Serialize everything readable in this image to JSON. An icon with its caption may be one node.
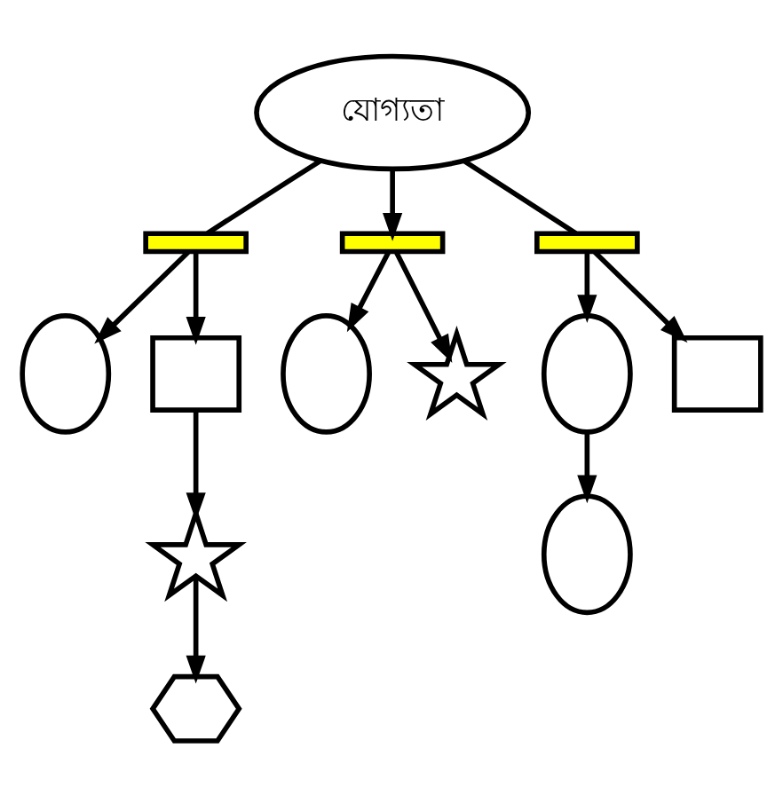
{
  "diagram": {
    "nodes": [
      {
        "text": [
          "যোগ্যতা"
        ]
      },
      {
        "text": [],
        "shape": "bar"
      },
      {
        "text": [],
        "shape": "bar"
      },
      {
        "text": [],
        "shape": "bar"
      },
      {
        "text": [],
        "shape": "oval"
      },
      {
        "text": [],
        "shape": "box"
      },
      {
        "text": [],
        "shape": "oval"
      },
      {
        "text": [],
        "shape": "oval"
      },
      {
        "text": [],
        "shape": "box"
      },
      {
        "text": [],
        "shape": "starburst"
      },
      {
        "text": [],
        "shape": "hexagon"
      },
      {
        "text": [],
        "shape": "star"
      },
      {
        "text": [],
        "shape": "oval"
      }
    ],
    "edges": [
      {
        "from": 0,
        "to": 1,
        "arrow": "none"
      },
      {
        "from": 0,
        "to": 2,
        "arrow": "to"
      },
      {
        "from": 0,
        "to": 3,
        "arrow": "none"
      },
      {
        "from": 1,
        "to": 4,
        "arrow": "to"
      },
      {
        "from": 1,
        "to": 5,
        "arrow": "to"
      },
      {
        "from": 2,
        "to": 11,
        "arrow": "to"
      },
      {
        "from": 2,
        "to": 6,
        "arrow": "to"
      },
      {
        "from": 3,
        "to": 7,
        "arrow": "to"
      },
      {
        "from": 3,
        "to": 8,
        "arrow": "to"
      },
      {
        "from": 5,
        "to": 9,
        "arrow": "to"
      },
      {
        "from": 9,
        "to": 10,
        "arrow": "to"
      },
      {
        "from": 7,
        "to": 12,
        "arrow": "to"
      }
    ]
  }
}
